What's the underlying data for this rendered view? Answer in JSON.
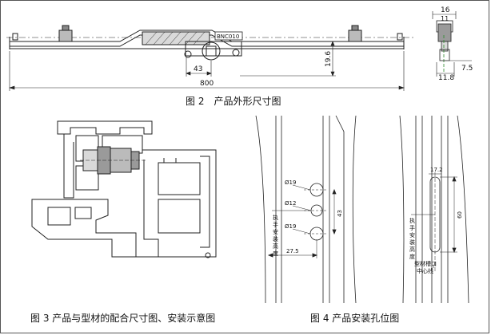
{
  "figure2": {
    "caption": "图 2　产品外形尺寸图",
    "part_label": "BNC010",
    "dims": {
      "d43": "43",
      "d19_6": "19.6",
      "d800": "800",
      "d16": "16",
      "d11": "11",
      "d7_5": "7.5",
      "d11_8": "11.8"
    }
  },
  "figure3": {
    "caption": "图 3 产品与型材的配合尺寸图、安装示意图"
  },
  "figure4": {
    "caption": "图 4 产品安装孔位图",
    "left": {
      "d19a": "Ø19",
      "d12": "Ø12",
      "d19b": "Ø19",
      "d43": "43",
      "d27_5": "27.5",
      "height_label_lines": [
        "执",
        "手",
        "安",
        "装",
        "高",
        "度"
      ]
    },
    "right": {
      "d17_2": "17.2",
      "d60": "60",
      "height_label_lines": [
        "执",
        "手",
        "安",
        "装",
        "高",
        "度"
      ],
      "center_label_lines": [
        "型材槽口",
        "中心线"
      ]
    }
  },
  "colors": {
    "line": "#222222",
    "gray_fill": "#9a9a9a",
    "light_fill": "#d9d9d9",
    "green_accent": "#2e8b2e"
  }
}
